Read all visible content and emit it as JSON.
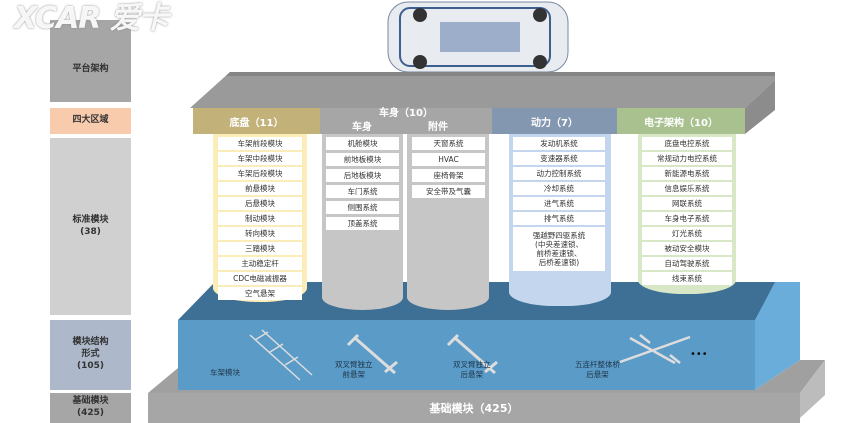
{
  "logo": {
    "text": "XCAR 爱卡"
  },
  "left_labels": [
    "平台架构",
    "四大区域",
    "标准模块\n(38)",
    "模块结构\n形式\n(105)",
    "基础模块\n(425)"
  ],
  "domains": [
    {
      "title": "底盘（11）",
      "color": "#c2b27a",
      "items": [
        "车架前段模块",
        "车架中段模块",
        "车架后段模块",
        "前悬模块",
        "后悬模块",
        "制动模块",
        "转向模块",
        "三踏模块",
        "主动稳定杆",
        "CDC电磁减振器",
        "空气悬架"
      ]
    },
    {
      "title": "车身（10）",
      "color": "#a6a6a6",
      "sub1": "车身",
      "sub2": "附件",
      "items_body": [
        "机舱模块",
        "前地板模块",
        "后地板模块",
        "车门系统",
        "侧围系统",
        "顶盖系统"
      ],
      "items_acc": [
        "天窗系统",
        "HVAC",
        "座椅骨架",
        "安全带及气囊"
      ]
    },
    {
      "title": "动力（7）",
      "color": "#8497b0",
      "items": [
        "发动机系统",
        "变速器系统",
        "动力控制系统",
        "冷却系统",
        "进气系统",
        "排气系统",
        "强越野四驱系统\n(中央差速锁、\n前桥差速锁、\n后桥差速锁)"
      ]
    },
    {
      "title": "电子架构（10）",
      "color": "#a9c08f",
      "items": [
        "底盘电控系统",
        "常规动力电控系统",
        "新能源电系统",
        "信息娱乐系统",
        "网联系统",
        "车身电子系统",
        "灯光系统",
        "被动安全模块",
        "自动驾驶系统",
        "线束系统"
      ]
    }
  ],
  "structure": {
    "captions": [
      "车架模块",
      "双叉臂独立\n前悬架",
      "双叉臂独立\n后悬架",
      "五连杆整体桥\n后悬架"
    ],
    "more": "•••"
  },
  "base": {
    "label": "基础模块（425）"
  }
}
